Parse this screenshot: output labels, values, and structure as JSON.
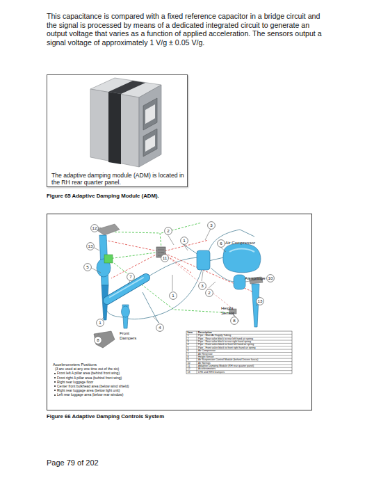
{
  "diagram": {
    "nodes": [
      {
        "text": [
          "The adaptive damping module (ADM) is located in the RH rear quarter panel."
        ]
      },
      {
        "text": [
          "Accelerometers Positions",
          "(3 are used at any one time out of the six)",
          "Front left A pillar area (behind front wing)",
          "Front right A pillar area (behind front wing)",
          "Right rear luggage floor",
          "Center front bulkhead area (below wind shield)",
          "Right rear luggage area (below light unit)",
          "Left rear luggage area (below rear window)"
        ]
      },
      {
        "text": [
          "12"
        ],
        "in": 1
      },
      {
        "text": [
          "13"
        ],
        "in": 1
      },
      {
        "text": [
          "2"
        ],
        "in": 1
      },
      {
        "text": [
          "3"
        ],
        "in": 1
      },
      {
        "text": [
          "1"
        ],
        "in": 1
      },
      {
        "text": [
          "11"
        ],
        "in": 1
      },
      {
        "text": [
          "6"
        ],
        "in": 1
      },
      {
        "text": [
          "5"
        ],
        "in": 1
      },
      {
        "text": [
          "7"
        ],
        "in": 1
      },
      {
        "text": [
          "3"
        ],
        "in": 1
      },
      {
        "text": [
          "2"
        ],
        "in": 1
      },
      {
        "text": [
          "1"
        ],
        "in": 1
      },
      {
        "text": [
          "10"
        ],
        "in": 1
      },
      {
        "text": [
          "13"
        ],
        "in": 1
      },
      {
        "text": [
          "8"
        ],
        "in": 1
      },
      {
        "text": [
          "4"
        ],
        "in": 1
      },
      {
        "text": [
          "1"
        ],
        "in": 1
      },
      {
        "text": [
          "8"
        ],
        "in": 1
      }
    ],
    "labels": [
      "This capacitance is compared with a fixed reference capacitor in a bridge circuit and the signal is processed by means of a dedicated integrated circuit to generate an output voltage that varies as a function of applied acceleration. The sensors output a signal voltage of approximately 1 V/g ± 0.05 V/g.",
      "Figure 65 Adaptive Damping Module (ADM).",
      "Air Compressor",
      "Air springs",
      "Height Sensor",
      "Front Dampers",
      "Item",
      "Description",
      "1",
      "Pipe - Main Air Supply Tubing",
      "2",
      "Pipe - Rear valve block to rear left hand air spring",
      "3",
      "Pipe - Rear valve block to rear right hand spring",
      "4",
      "Pipe - Front valve block to front left hand air spring",
      "5",
      "Pipe - Front valve block to front right hand air spring",
      "6",
      "Air Compressor",
      "7",
      "Air Reservoir",
      "8",
      "Height Sensor",
      "9",
      "Air Suspension Control Module (behind Drivers fascia)",
      "10",
      "Air Springs",
      "11",
      "Adaptive Damping Module (RH rear quarter panel)",
      "12",
      "Accelerometers",
      "13",
      "LHS and RHS Dampers",
      "Figure 66 Adaptive Damping Controls System",
      "Page 79 of 202"
    ]
  }
}
